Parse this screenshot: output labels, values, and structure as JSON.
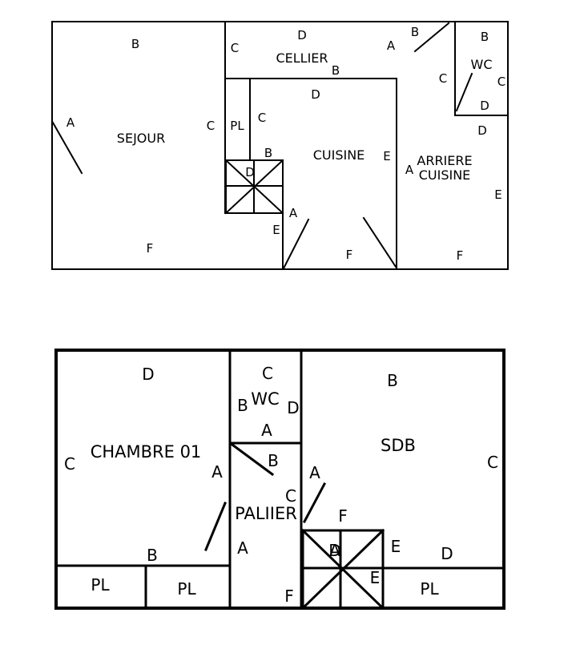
{
  "ground_floor": {
    "rooms": {
      "sejour": "SEJOUR",
      "cellier": "CELLIER",
      "cuisine": "CUISINE",
      "arriere_cuisine_line1": "ARRIERE",
      "arriere_cuisine_line2": "CUISINE",
      "wc": "WC",
      "placard": "PL"
    },
    "marks": [
      "B",
      "A",
      "C",
      "F",
      "D",
      "C",
      "B",
      "A",
      "B",
      "C",
      "B",
      "C",
      "D",
      "D",
      "C",
      "B",
      "D",
      "A",
      "E",
      "F",
      "E",
      "A",
      "E",
      "F"
    ]
  },
  "upper_floor": {
    "rooms": {
      "chambre": "CHAMBRE 01",
      "wc": "WC",
      "sdb": "SDB",
      "palier": "PALIIER",
      "placard_1": "PL",
      "placard_2": "PL",
      "placard_3": "PL"
    },
    "marks": [
      "D",
      "C",
      "A",
      "B",
      "C",
      "B",
      "D",
      "A",
      "B",
      "A",
      "C",
      "A",
      "F",
      "A",
      "B",
      "C",
      "D",
      "F",
      "E",
      "E",
      "D"
    ]
  }
}
